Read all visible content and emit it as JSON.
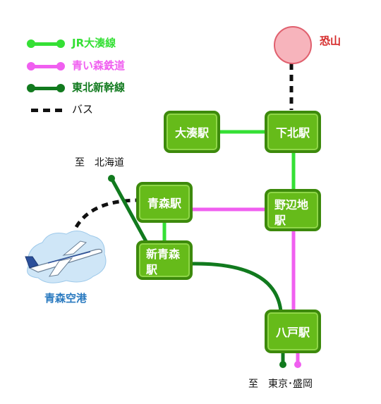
{
  "legend": [
    {
      "label": "JR大湊線",
      "color": "#35e035",
      "style": "solid"
    },
    {
      "label": "青い森鉄道",
      "color": "#f05ff0",
      "style": "solid"
    },
    {
      "label": "東北新幹線",
      "color": "#117a1e",
      "style": "solid"
    },
    {
      "label": "バス",
      "color": "#111111",
      "style": "dashed"
    }
  ],
  "stations": {
    "ominato": "大湊駅",
    "shimokita": "下北駅",
    "noheji": "野辺地駅",
    "aomori": "青森駅",
    "shin_aomori": "新青森駅",
    "hachinohe": "八戸駅"
  },
  "places": {
    "osorezan": "恐山",
    "airport": "青森空港"
  },
  "destinations": {
    "to_hokkaido": "至　北海道",
    "to_tokyo_morioka": "至　東京･盛岡"
  },
  "colors": {
    "station_fill": "#66bb1a",
    "station_border": "#3d8a0c",
    "jr_ominato": "#35e035",
    "aoimori": "#f05ff0",
    "shinkansen": "#117a1e",
    "bus": "#111111",
    "osorezan_fill": "#f7b4bc",
    "osorezan_text": "#d52828",
    "airport_text": "#2a7ac0"
  }
}
